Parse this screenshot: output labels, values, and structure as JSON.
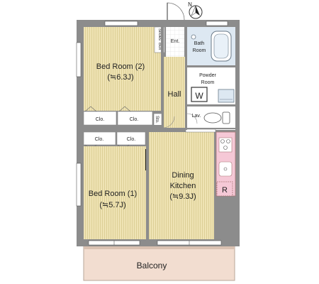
{
  "colors": {
    "wall": "#8c8c8c",
    "wood": "#efe3b4",
    "wood_stripe": "#dccf96",
    "white_room": "#ffffff",
    "wet_room": "#dde8f2",
    "balcony": "#f2ddd0",
    "kitchen_pink": "#f5c8d6"
  },
  "compass": {
    "north": "N"
  },
  "rooms": {
    "bedroom2": {
      "name": "Bed Room (2)",
      "size": "(≒6.3J)"
    },
    "bedroom1": {
      "name": "Bed Room (1)",
      "size": "(≒5.7J)"
    },
    "dining_line1": "Dining",
    "dining_line2": "Kitchen",
    "dining_size": "(≒9.3J)",
    "hall": "Hall",
    "entrance": "Ent.",
    "shoes_box_line1": "Shoes",
    "shoes_box_line2": "Box",
    "bath_line1": "Bath",
    "bath_line2": "Room",
    "powder_line1": "Powder",
    "powder_line2": "Room",
    "washer": "W",
    "lavatory": "Lav.",
    "storage": "Sto.",
    "refrigerator": "R",
    "balcony": "Balcony"
  },
  "closets": [
    "Clo.",
    "Clo.",
    "Clo.",
    "Clo."
  ]
}
